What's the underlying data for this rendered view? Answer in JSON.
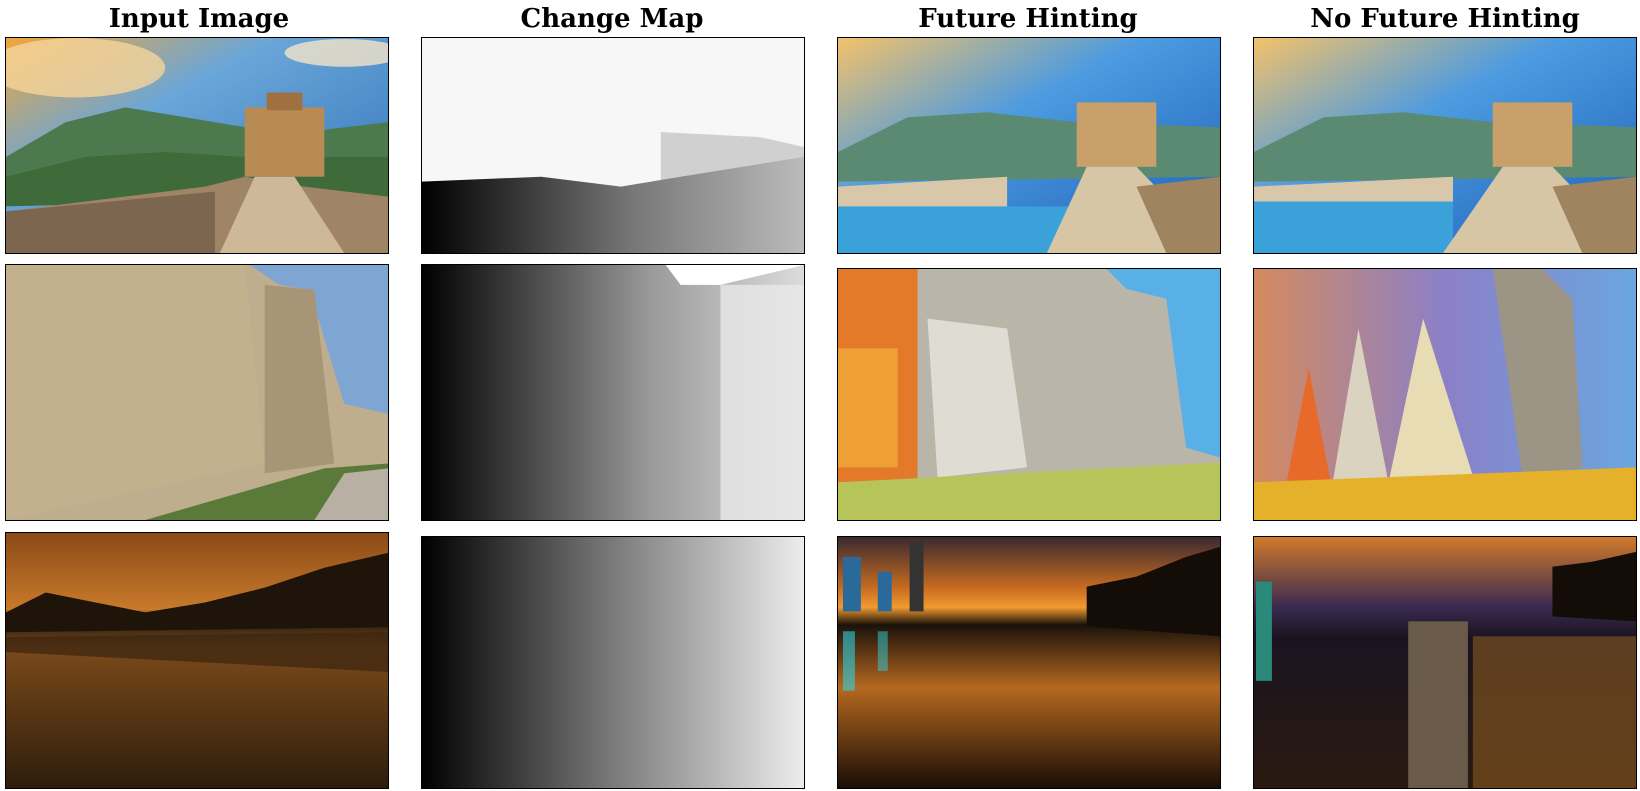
{
  "headers": {
    "input": "Input Image",
    "change": "Change Map",
    "future": "Future Hinting",
    "nofuture": "No Future Hinting"
  }
}
